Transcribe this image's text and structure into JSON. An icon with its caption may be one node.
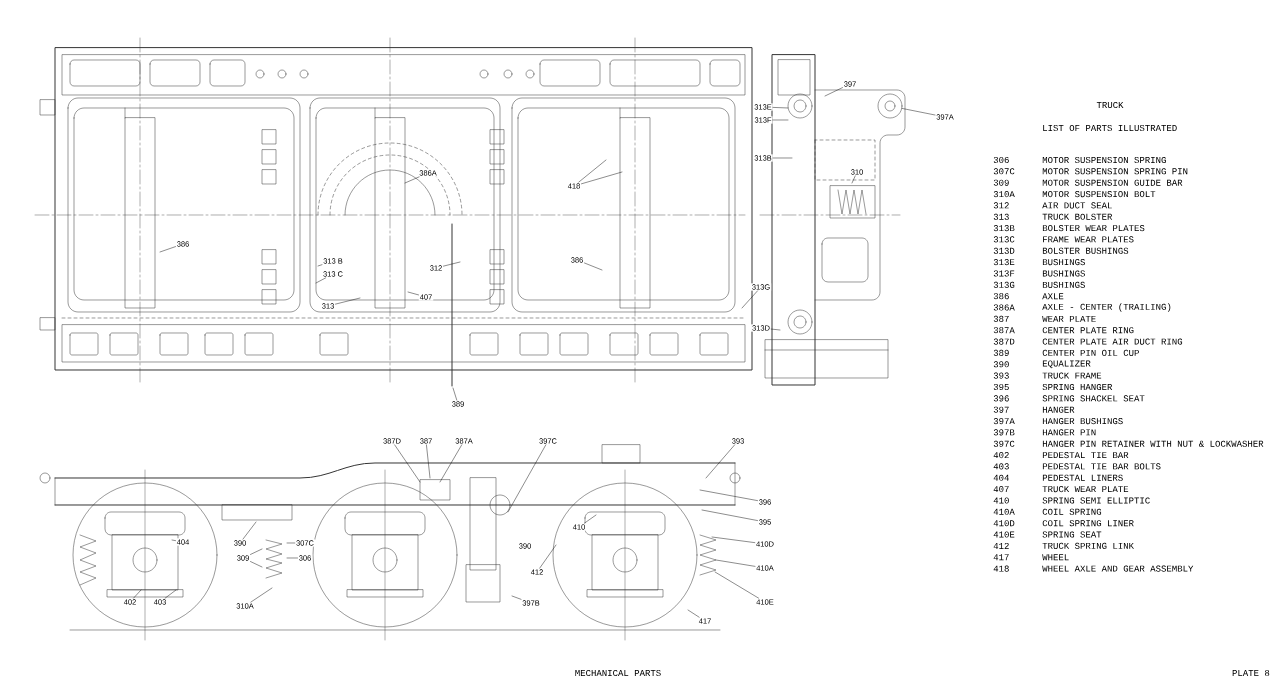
{
  "diagram": {
    "title": "TRUCK",
    "caption": "MECHANICAL PARTS",
    "nodes": [
      {
        "text": [
          "386"
        ]
      },
      {
        "text": [
          "386A"
        ]
      },
      {
        "text": [
          "313 B"
        ]
      },
      {
        "text": [
          "313 C"
        ]
      },
      {
        "text": [
          "312"
        ]
      },
      {
        "text": [
          "313"
        ]
      },
      {
        "text": [
          "407"
        ]
      },
      {
        "text": [
          "389"
        ]
      },
      {
        "text": [
          "418"
        ]
      },
      {
        "text": [
          "386"
        ]
      },
      {
        "text": [
          "313E"
        ]
      },
      {
        "text": [
          "313F"
        ]
      },
      {
        "text": [
          "397"
        ]
      },
      {
        "text": [
          "397A"
        ]
      },
      {
        "text": [
          "313B"
        ]
      },
      {
        "text": [
          "310"
        ]
      },
      {
        "text": [
          "313G"
        ]
      },
      {
        "text": [
          "313D"
        ]
      },
      {
        "text": [
          "387D"
        ]
      },
      {
        "text": [
          "387"
        ]
      },
      {
        "text": [
          "387A"
        ]
      },
      {
        "text": [
          "397C"
        ]
      },
      {
        "text": [
          "393"
        ]
      },
      {
        "text": [
          "396"
        ]
      },
      {
        "text": [
          "395"
        ]
      },
      {
        "text": [
          "410"
        ]
      },
      {
        "text": [
          "404"
        ]
      },
      {
        "text": [
          "390"
        ]
      },
      {
        "text": [
          "307C"
        ]
      },
      {
        "text": [
          "309"
        ]
      },
      {
        "text": [
          "306"
        ]
      },
      {
        "text": [
          "410D"
        ]
      },
      {
        "text": [
          "412"
        ]
      },
      {
        "text": [
          "410A"
        ]
      },
      {
        "text": [
          "410E"
        ]
      },
      {
        "text": [
          "402"
        ]
      },
      {
        "text": [
          "403"
        ]
      },
      {
        "text": [
          "310A"
        ]
      },
      {
        "text": [
          "397B"
        ]
      },
      {
        "text": [
          "417"
        ]
      },
      {
        "text": [],
        "shape": "circle"
      }
    ],
    "edges": [
      {
        "from": 0,
        "to": null,
        "arrow": "none"
      },
      {
        "from": 1,
        "to": null,
        "arrow": "none"
      },
      {
        "from": 2,
        "to": null,
        "arrow": "none"
      },
      {
        "from": 3,
        "to": null,
        "arrow": "none"
      },
      {
        "from": 4,
        "to": null,
        "arrow": "none"
      },
      {
        "from": 5,
        "to": null,
        "arrow": "none"
      },
      {
        "from": 6,
        "to": null,
        "arrow": "none"
      },
      {
        "from": 7,
        "to": null,
        "arrow": "none"
      },
      {
        "from": 8,
        "to": null,
        "arrow": "none"
      },
      {
        "from": 8,
        "to": null,
        "arrow": "none"
      },
      {
        "from": 9,
        "to": null,
        "arrow": "none"
      },
      {
        "from": 10,
        "to": null,
        "arrow": "none"
      },
      {
        "from": 11,
        "to": null,
        "arrow": "none"
      },
      {
        "from": 12,
        "to": null,
        "arrow": "none"
      },
      {
        "from": 13,
        "to": 40,
        "arrow": "none"
      },
      {
        "from": 14,
        "to": null,
        "arrow": "none"
      },
      {
        "from": 15,
        "to": null,
        "arrow": "none"
      },
      {
        "from": 16,
        "to": null,
        "arrow": "none"
      },
      {
        "from": 17,
        "to": null,
        "arrow": "none"
      },
      {
        "from": 18,
        "to": null,
        "arrow": "none"
      },
      {
        "from": 19,
        "to": null,
        "arrow": "none"
      },
      {
        "from": 20,
        "to": null,
        "arrow": "none"
      },
      {
        "from": 21,
        "to": null,
        "arrow": "none"
      },
      {
        "from": 22,
        "to": null,
        "arrow": "none"
      },
      {
        "from": 23,
        "to": null,
        "arrow": "none"
      },
      {
        "from": 24,
        "to": null,
        "arrow": "none"
      },
      {
        "from": 25,
        "to": null,
        "arrow": "none"
      },
      {
        "from": 26,
        "to": null,
        "arrow": "none"
      },
      {
        "from": 27,
        "to": null,
        "arrow": "none"
      },
      {
        "from": 28,
        "to": null,
        "arrow": "none"
      },
      {
        "from": 29,
        "to": null,
        "arrow": "none"
      },
      {
        "from": 29,
        "to": null,
        "arrow": "none"
      },
      {
        "from": 30,
        "to": null,
        "arrow": "none"
      },
      {
        "from": 31,
        "to": null,
        "arrow": "none"
      },
      {
        "from": 32,
        "to": null,
        "arrow": "none"
      },
      {
        "from": 33,
        "to": null,
        "arrow": "none"
      },
      {
        "from": 34,
        "to": null,
        "arrow": "none"
      },
      {
        "from": 35,
        "to": null,
        "arrow": "none"
      },
      {
        "from": 36,
        "to": null,
        "arrow": "none"
      },
      {
        "from": 37,
        "to": null,
        "arrow": "none"
      },
      {
        "from": 38,
        "to": null,
        "arrow": "none"
      },
      {
        "from": 39,
        "to": null,
        "arrow": "none"
      }
    ],
    "labels": [
      "LIST OF PARTS ILLUSTRATED",
      "306",
      "MOTOR SUSPENSION SPRING",
      "307C",
      "MOTOR SUSPENSION SPRING PIN",
      "309",
      "MOTOR SUSPENSION GUIDE BAR",
      "310A",
      "MOTOR SUSPENSION BOLT",
      "312",
      "AIR DUCT SEAL",
      "313",
      "TRUCK BOLSTER",
      "313B",
      "BOLSTER WEAR PLATES",
      "313C",
      "FRAME WEAR PLATES",
      "313D",
      "BOLSTER BUSHINGS",
      "313E",
      "BUSHINGS",
      "313F",
      "BUSHINGS",
      "313G",
      "BUSHINGS",
      "386",
      "AXLE",
      "386A",
      "AXLE - CENTER (TRAILING)",
      "387",
      "WEAR PLATE",
      "387A",
      "CENTER PLATE RING",
      "387D",
      "CENTER PLATE AIR DUCT RING",
      "389",
      "CENTER PIN OIL CUP",
      "390",
      "EQUALIZER",
      "393",
      "TRUCK FRAME",
      "395",
      "SPRING HANGER",
      "396",
      "SPRING SHACKEL SEAT",
      "397",
      "HANGER",
      "397A",
      "HANGER BUSHINGS",
      "397B",
      "HANGER PIN",
      "397C",
      "HANGER PIN RETAINER WITH NUT & LOCKWASHER",
      "402",
      "PEDESTAL TIE BAR",
      "403",
      "PEDESTAL TIE BAR BOLTS",
      "404",
      "PEDESTAL LINERS",
      "407",
      "TRUCK WEAR PLATE",
      "410",
      "SPRING SEMI ELLIPTIC",
      "410A",
      "COIL SPRING",
      "410D",
      "COIL SPRING LINER",
      "410E",
      "SPRING SEAT",
      "412",
      "TRUCK SPRING LINK",
      "417",
      "WHEEL",
      "418",
      "WHEEL AXLE AND GEAR ASSEMBLY",
      "390",
      "PLATE 8"
    ]
  }
}
